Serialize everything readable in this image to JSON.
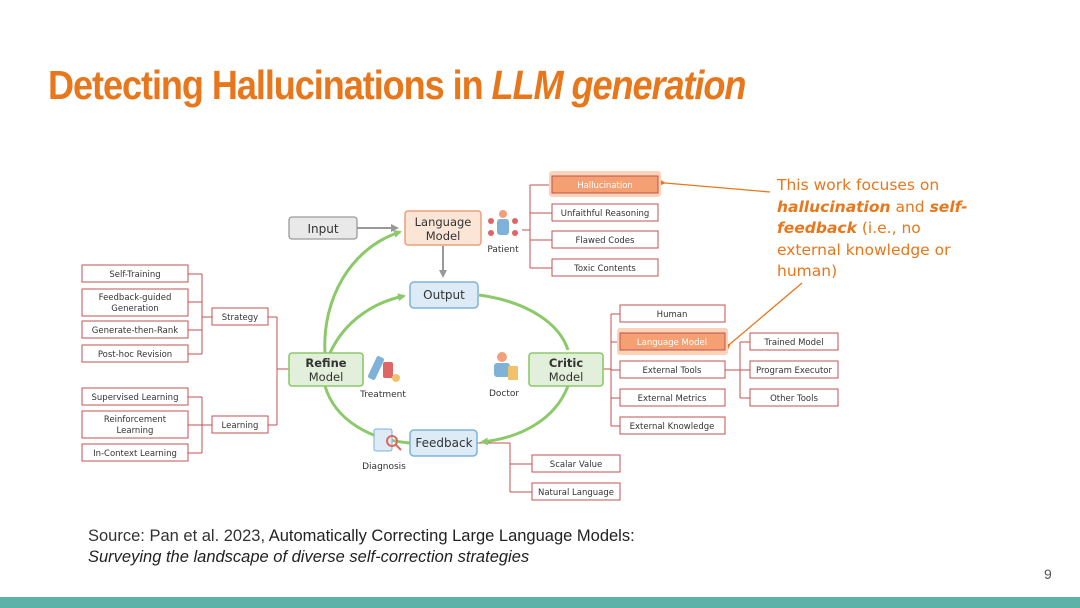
{
  "slide": {
    "title_plain": "Detecting Hallucinations in ",
    "title_italic": "LLM generation",
    "page_number": "9",
    "accent_color": "#e8761b",
    "bottom_bar_color": "#5bb3a8"
  },
  "note": {
    "line1": "This work focuses on ",
    "bold1": "hallucination",
    "mid": " and ",
    "bold2": "self-feedback",
    "tail": " (i.e., no external knowledge or human)"
  },
  "source": {
    "prefix": "Source: Pan et al. 2023, ",
    "title_line1": "Automatically Correcting Large Language Models:",
    "title_line2": "Surveying the landscape of diverse self-correction strategies"
  },
  "diagram": {
    "input": "Input",
    "language_model_line1": "Language",
    "language_model_line2": "Model",
    "patient": "Patient",
    "output": "Output",
    "refine_line1": "Refine",
    "refine_line2": "Model",
    "treatment": "Treatment",
    "critic_line1": "Critic",
    "critic_line2": "Model",
    "doctor": "Doctor",
    "feedback": "Feedback",
    "diagnosis": "Diagnosis",
    "problems": [
      "Hallucination",
      "Unfaithful Reasoning",
      "Flawed Codes",
      "Toxic Contents"
    ],
    "strategy": "Strategy",
    "strategy_items": [
      "Self-Training",
      "Feedback-guided",
      "Generation",
      "Generate-then-Rank",
      "Post-hoc Revision"
    ],
    "learning": "Learning",
    "learning_items": [
      "Supervised Learning",
      "Reinforcement",
      "Learning",
      "In-Context Learning"
    ],
    "critic_items": [
      "Human",
      "Language Model",
      "External Tools",
      "External Metrics",
      "External Knowledge"
    ],
    "tools_items": [
      "Trained Model",
      "Program Executor",
      "Other Tools"
    ],
    "feedback_items": [
      "Scalar Value",
      "Natural Language"
    ]
  }
}
